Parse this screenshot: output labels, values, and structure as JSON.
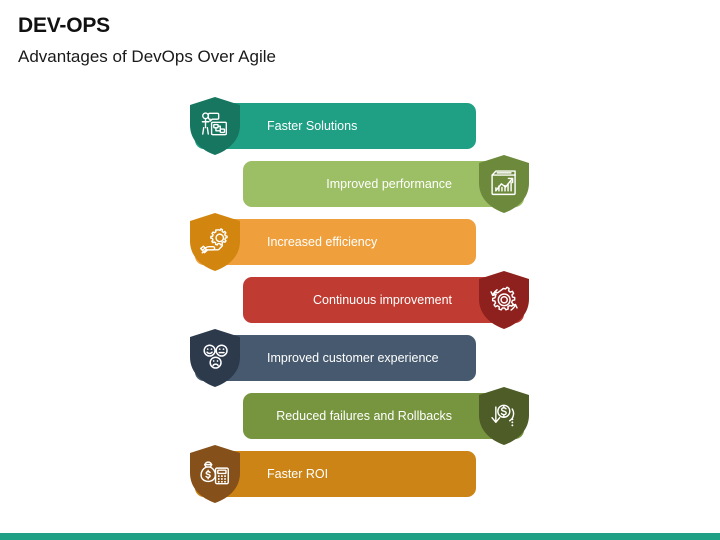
{
  "slide": {
    "title": "DEV-OPS",
    "subtitle": "Advantages of DevOps Over Agile",
    "accent_color": "#1fa085",
    "background_color": "#ffffff"
  },
  "items": [
    {
      "label": "Faster Solutions",
      "bar_color": "#1fa085",
      "shield_color": "#17765f",
      "icon": "presenter-flowchart-icon",
      "shield_side": "left"
    },
    {
      "label": "Improved performance",
      "bar_color": "#9cbe64",
      "shield_color": "#6d8a3c",
      "icon": "growth-chart-document-icon",
      "shield_side": "right"
    },
    {
      "label": "Increased efficiency",
      "bar_color": "#efa03c",
      "shield_color": "#d3860f",
      "icon": "hand-gear-icon",
      "shield_side": "left"
    },
    {
      "label": "Continuous improvement",
      "bar_color": "#c03c32",
      "shield_color": "#8e211d",
      "icon": "gear-cycle-icon",
      "shield_side": "right"
    },
    {
      "label": "Improved customer experience",
      "bar_color": "#46596e",
      "shield_color": "#2d3a4c",
      "icon": "feedback-faces-icon",
      "shield_side": "left"
    },
    {
      "label": "Reduced failures and Rollbacks",
      "bar_color": "#77953f",
      "shield_color": "#4e5c27",
      "icon": "money-down-arrow-icon",
      "shield_side": "right"
    },
    {
      "label": "Faster ROI",
      "bar_color": "#cb8415",
      "shield_color": "#86501a",
      "icon": "money-bag-calculator-icon",
      "shield_side": "left"
    }
  ]
}
